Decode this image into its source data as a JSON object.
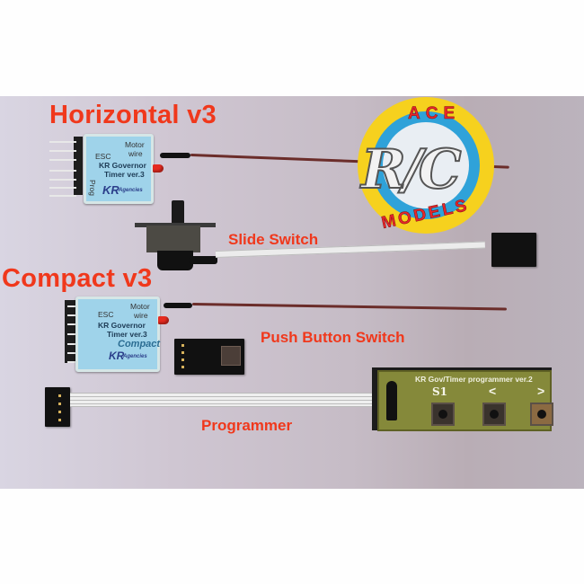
{
  "image": {
    "description": "Product photo of KR Governor/Timer ver.3 modules and accessories on a grey background",
    "background_color": "#fefefe",
    "photo_colors": {
      "backdrop": "#cfc6d2",
      "label_red": "#f0381c",
      "module_blue": "#9fd3ea",
      "pcb_green": "#85893a"
    }
  },
  "labels": {
    "horizontal": "Horizontal v3",
    "compact": "Compact v3",
    "slide_switch": "Slide Switch",
    "push_button": "Push Button  Switch",
    "programmer": "Programmer"
  },
  "horizontal_module": {
    "esc": "ESC",
    "motor": "Motor",
    "wire": "wire",
    "title": "KR Governor",
    "subtitle": "Timer ver.3",
    "prog": "Prog",
    "brand": "KR",
    "brand_sub": "Agencies"
  },
  "compact_module": {
    "esc": "ESC",
    "motor": "Motor",
    "wire": "wire",
    "title": "KR Governor",
    "subtitle": "Timer ver.3",
    "variant": "Compact",
    "brand": "KR",
    "brand_sub": "Agencies"
  },
  "programmer_board": {
    "title": "KR Gov/Timer programmer ver.2",
    "buttons": [
      "S1",
      "<",
      ">"
    ]
  },
  "logo": {
    "top": "ACE",
    "middle": "R/C",
    "bottom": "MODELS",
    "colors": {
      "outer": "#f6d11e",
      "ring": "#2fa2d9",
      "text": "#e8262a"
    }
  }
}
